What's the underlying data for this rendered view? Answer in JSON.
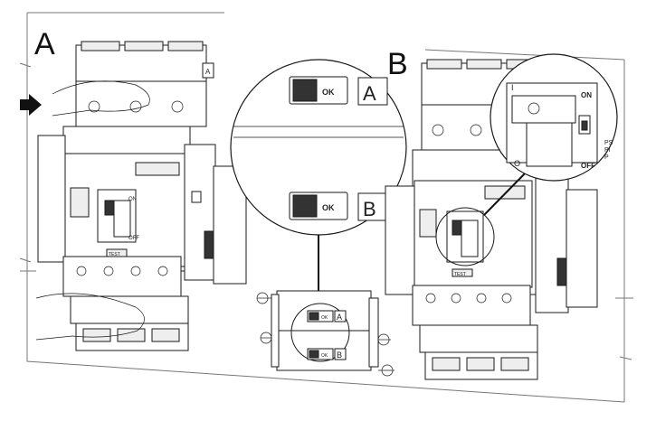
{
  "labels": {
    "position_a": "A",
    "position_b": "B",
    "switch_ok": "OK",
    "switch_on": "ON",
    "switch_off": "OFF",
    "switch_on_mark": "I",
    "switch_off_mark": "O",
    "test_button": "TEST",
    "side_text_b": "PS",
    "side_text_b2": "PI",
    "side_text_b3": "P"
  }
}
